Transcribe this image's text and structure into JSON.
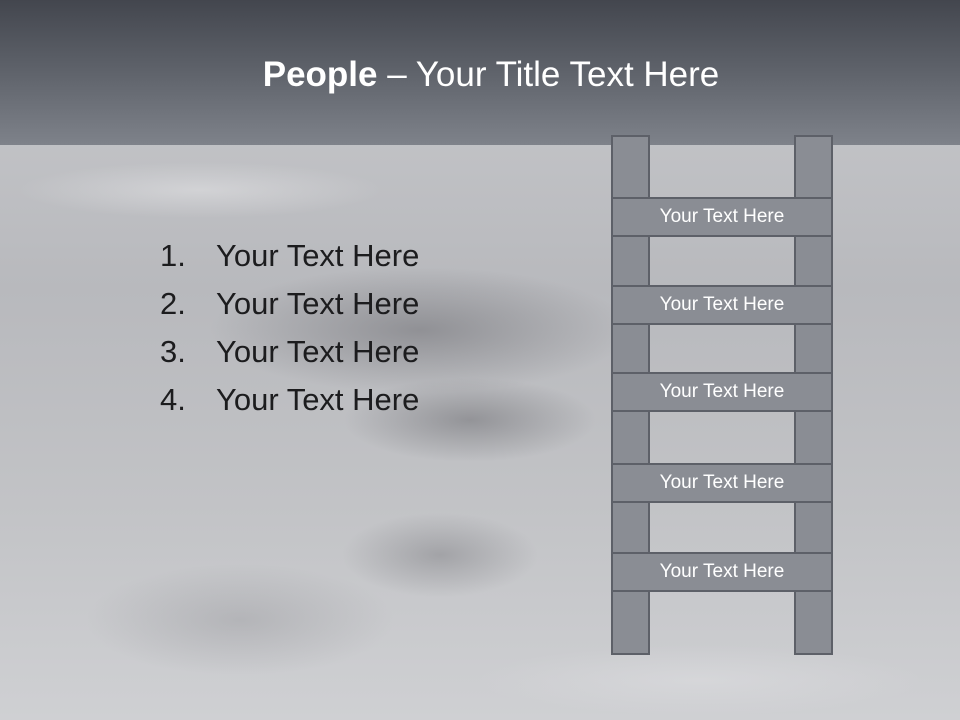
{
  "slide": {
    "title_bold": "People",
    "title_rest": " – Your Title Text Here",
    "list_items": [
      {
        "number": "1.",
        "text": "Your Text Here"
      },
      {
        "number": "2.",
        "text": "Your Text Here"
      },
      {
        "number": "3.",
        "text": "Your Text Here"
      },
      {
        "number": "4.",
        "text": "Your Text Here"
      }
    ],
    "ladder_rungs": [
      "Your Text Here",
      "Your Text Here",
      "Your Text Here",
      "Your Text Here",
      "Your Text Here"
    ]
  },
  "colors": {
    "header": "#5f636b",
    "ladder_fill": "#8a8d94",
    "ladder_border": "#5d6068",
    "text_dark": "#1c1c1e"
  }
}
